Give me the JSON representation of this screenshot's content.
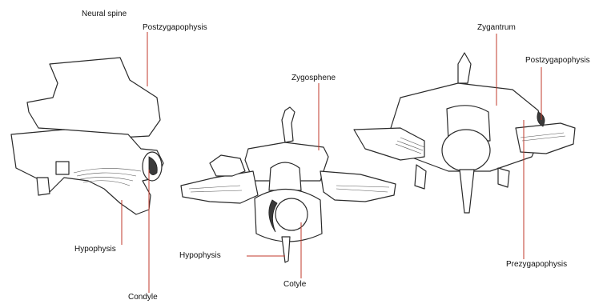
{
  "labels": {
    "neural_spine": "Neural spine",
    "postzygapophysis_left": "Postzygapophysis",
    "zygosphene": "Zygosphene",
    "zygantrum": "Zygantrum",
    "postzygapophysis_right": "Postzygapophysis",
    "hypophysis_left": "Hypophysis",
    "condyle": "Condyle",
    "hypophysis_center": "Hypophysis",
    "cotyle": "Cotyle",
    "prezygapophysis": "Prezygapophysis"
  },
  "colors": {
    "leader_line": "#c0392b",
    "outline": "#2a2a2a",
    "background": "#ffffff"
  }
}
